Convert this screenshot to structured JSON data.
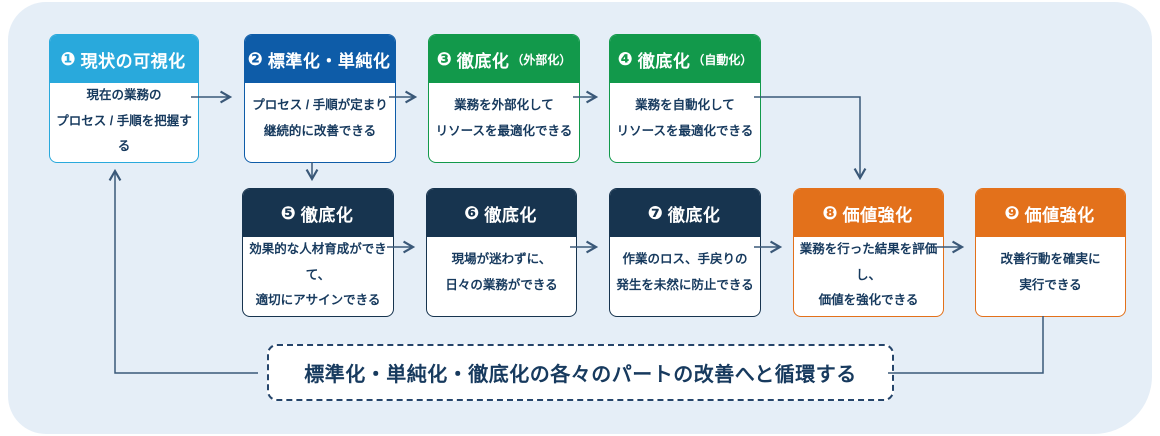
{
  "diagram": {
    "boxes": [
      {
        "num": "❶",
        "title": "現状の可視化",
        "suffix": "",
        "body1": "現在の業務の",
        "body2": "プロセス / 手順を把握する"
      },
      {
        "num": "❷",
        "title": "標準化・単純化",
        "suffix": "",
        "body1": "プロセス / 手順が定まり",
        "body2": "継続的に改善できる"
      },
      {
        "num": "❸",
        "title": "徹底化",
        "suffix": "（外部化）",
        "body1": "業務を外部化して",
        "body2": "リソースを最適化できる"
      },
      {
        "num": "❹",
        "title": "徹底化",
        "suffix": "（自動化）",
        "body1": "業務を自動化して",
        "body2": "リソースを最適化できる"
      },
      {
        "num": "❺",
        "title": "徹底化",
        "suffix": "",
        "body1": "効果的な人材育成ができて、",
        "body2": "適切にアサインできる"
      },
      {
        "num": "❻",
        "title": "徹底化",
        "suffix": "",
        "body1": "現場が迷わずに、",
        "body2": "日々の業務ができる"
      },
      {
        "num": "❼",
        "title": "徹底化",
        "suffix": "",
        "body1": "作業のロス、手戻りの",
        "body2": "発生を未然に防止できる"
      },
      {
        "num": "❽",
        "title": "価値強化",
        "suffix": "",
        "body1": "業務を行った結果を評価し、",
        "body2": "価値を強化できる"
      },
      {
        "num": "❾",
        "title": "価値強化",
        "suffix": "",
        "body1": "改善行動を確実に",
        "body2": "実行できる"
      }
    ],
    "loop_note": "標準化・単純化・徹底化の各々のパートの改善へと循環する",
    "colors": {
      "panel_bg": "#E5EEF7",
      "cyan": "#29A9DC",
      "blue": "#0E5CA8",
      "green": "#12994B",
      "navy": "#17344F",
      "orange": "#E3711B",
      "text": "#173A5E",
      "arrow": "#3A5878"
    }
  }
}
